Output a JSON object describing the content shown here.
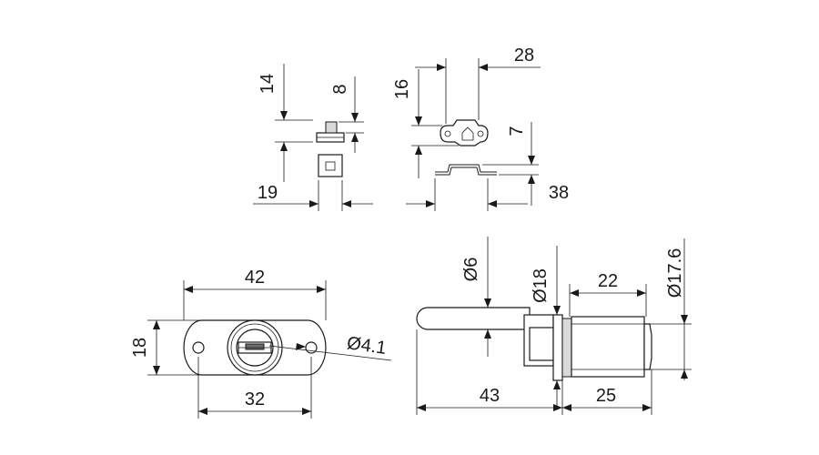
{
  "dimensions": {
    "top_left": {
      "height_total": "14",
      "height_top": "8",
      "width_bottom": "19"
    },
    "top_right": {
      "width_top": "28",
      "height_left": "16",
      "height_right": "7",
      "width_bottom": "38"
    },
    "front": {
      "width_top": "42",
      "height": "18",
      "hole_diameter": "Ø4.1",
      "width_bottom": "32"
    },
    "side": {
      "pin_diameter": "Ø6",
      "flange_diameter": "Ø18",
      "cylinder_length": "22",
      "cylinder_diameter": "Ø17.6",
      "bolt_length": "43",
      "body_length": "25"
    }
  },
  "colors": {
    "line": "#1a1a1a",
    "background": "#ffffff"
  }
}
